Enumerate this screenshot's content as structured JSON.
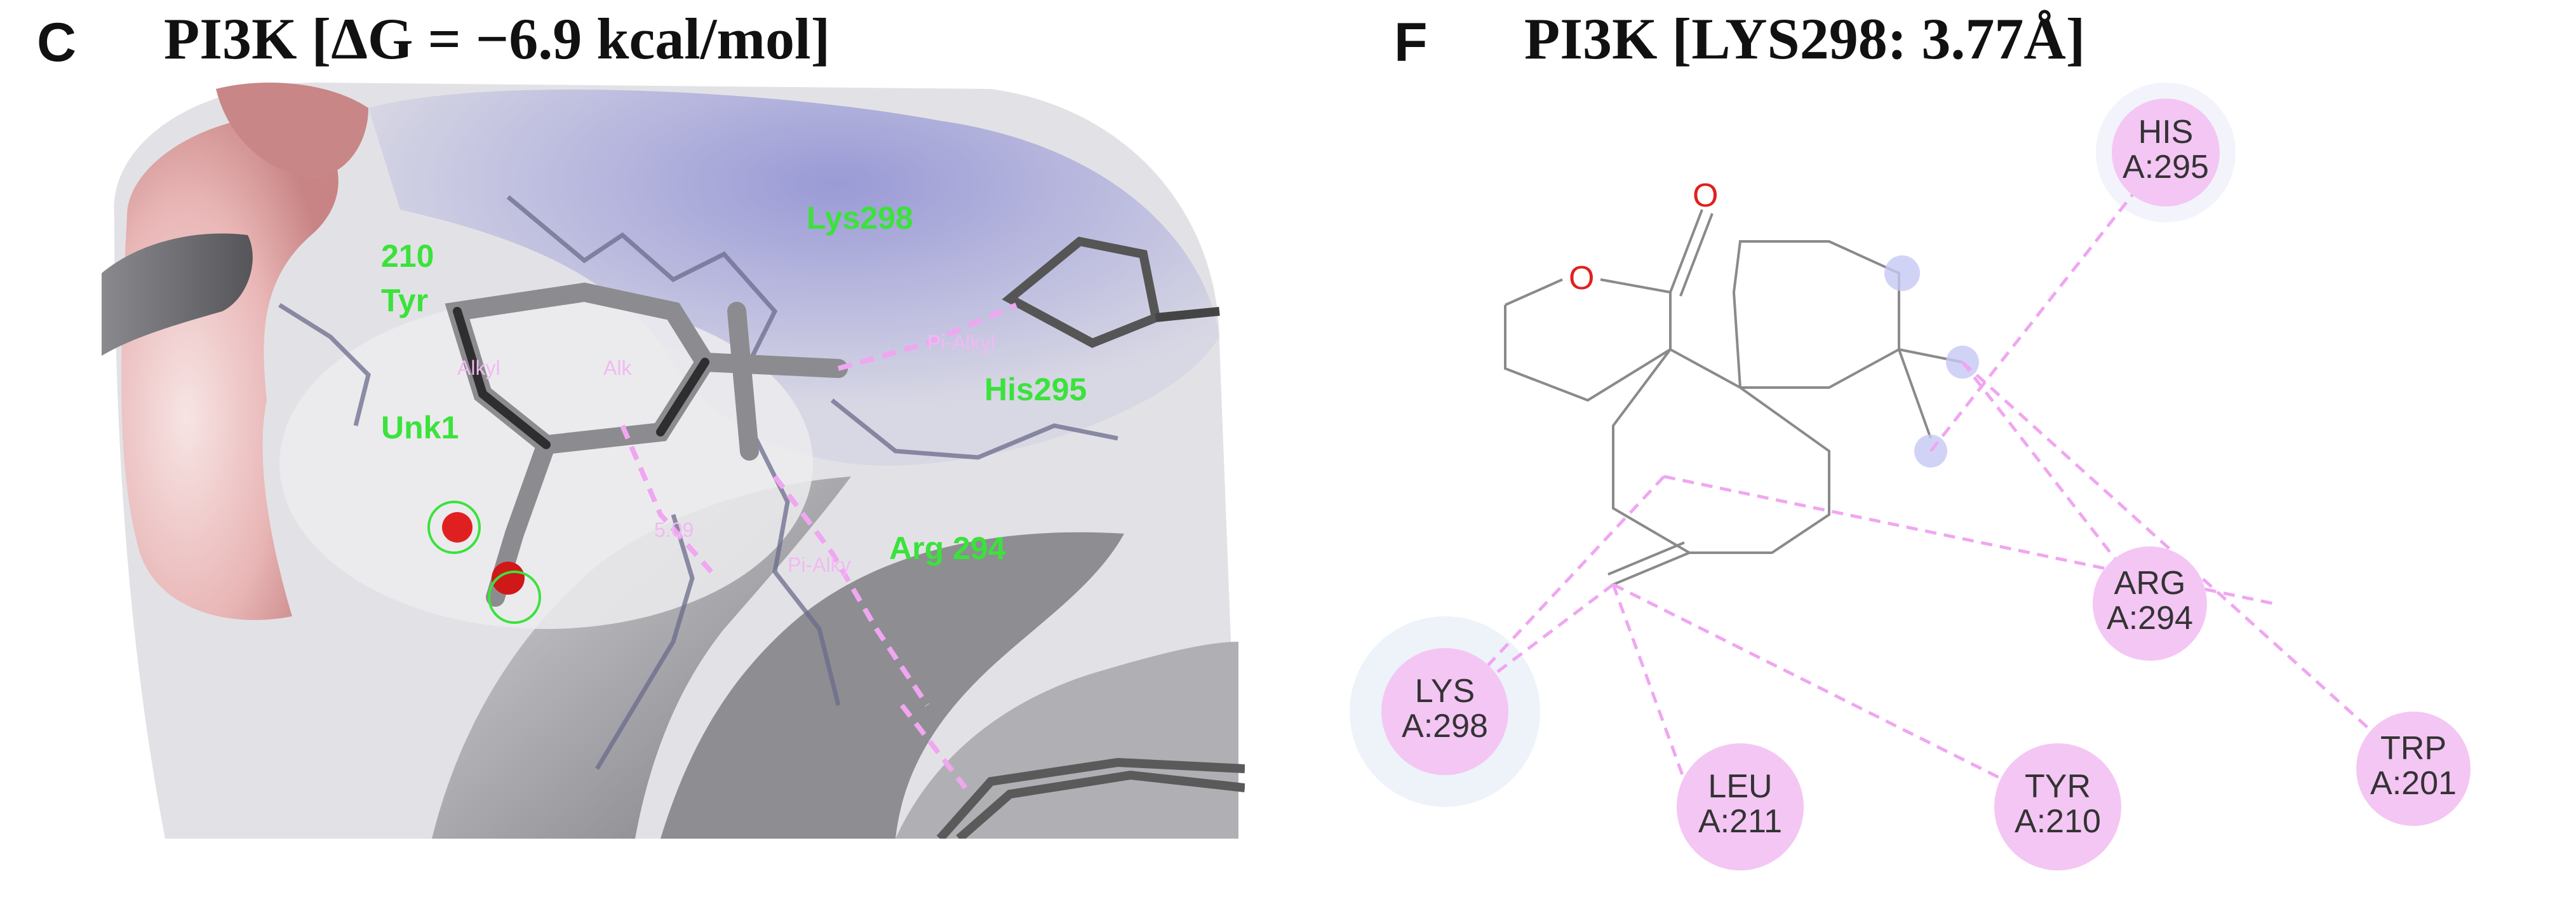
{
  "panel_c": {
    "letter": "C",
    "title": "PI3K [ΔG = −6.9 kcal/mol]",
    "residue_labels": [
      "Lys298",
      "210",
      "Tyr",
      "His295",
      "Unk1",
      "Arg 294"
    ],
    "interaction_labels": [
      "Alkyl",
      "Alk",
      "Pi-Alkyl",
      "5.09",
      "Pi-Alky"
    ]
  },
  "panel_f": {
    "letter": "F",
    "title": "PI3K [LYS298: 3.77Å]",
    "ligand_atoms": [
      "O",
      "O"
    ],
    "residues": [
      {
        "name": "HIS",
        "id": "A:295"
      },
      {
        "name": "ARG",
        "id": "A:294"
      },
      {
        "name": "TRP",
        "id": "A:201"
      },
      {
        "name": "LYS",
        "id": "A:298"
      },
      {
        "name": "LEU",
        "id": "A:211"
      },
      {
        "name": "TYR",
        "id": "A:210"
      }
    ]
  },
  "colors": {
    "residue_bubble": "#f4c6f4",
    "interaction_line": "#f0a6f0",
    "surface_label": "#3be23b",
    "oxygen": "#e02020"
  }
}
